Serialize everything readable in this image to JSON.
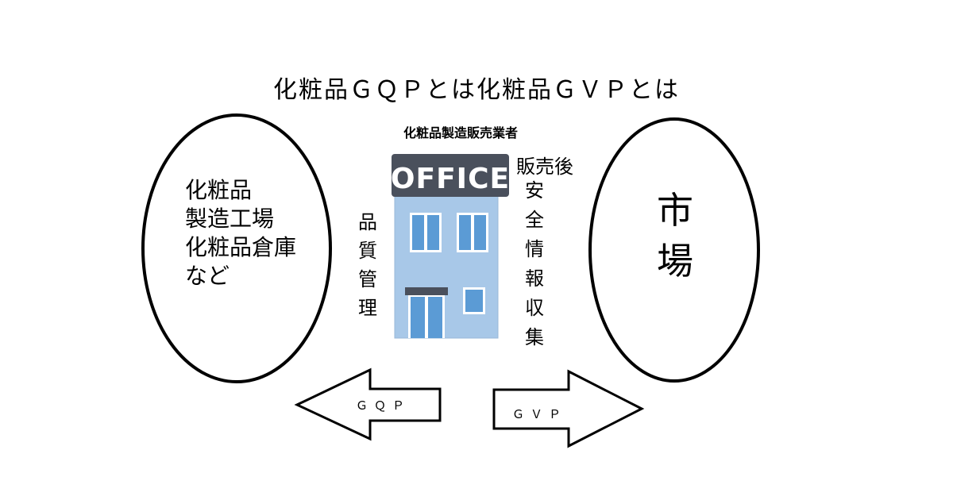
{
  "title": "化粧品ＧＱＰとは化粧品ＧＶＰとは",
  "company_label": "化粧品製造販売業者",
  "office_sign": "OFFICE",
  "left_ellipse": {
    "lines": [
      "化粧品",
      "製造工場",
      "化粧品倉庫",
      "など"
    ]
  },
  "quality_management": [
    "品",
    "質",
    "管",
    "理"
  ],
  "post_market_safety": {
    "top": "販売後",
    "vertical": [
      "安",
      "全",
      "情",
      "報",
      "収",
      "集"
    ]
  },
  "market": [
    "市",
    "場"
  ],
  "arrows": {
    "left_label": "ＧＱＰ",
    "right_label": "ＧＶＰ"
  },
  "colors": {
    "office_body": "#a8c8e8",
    "office_sign_bg": "#4a505c",
    "window": "#5b9bd5",
    "outline": "#000000"
  }
}
